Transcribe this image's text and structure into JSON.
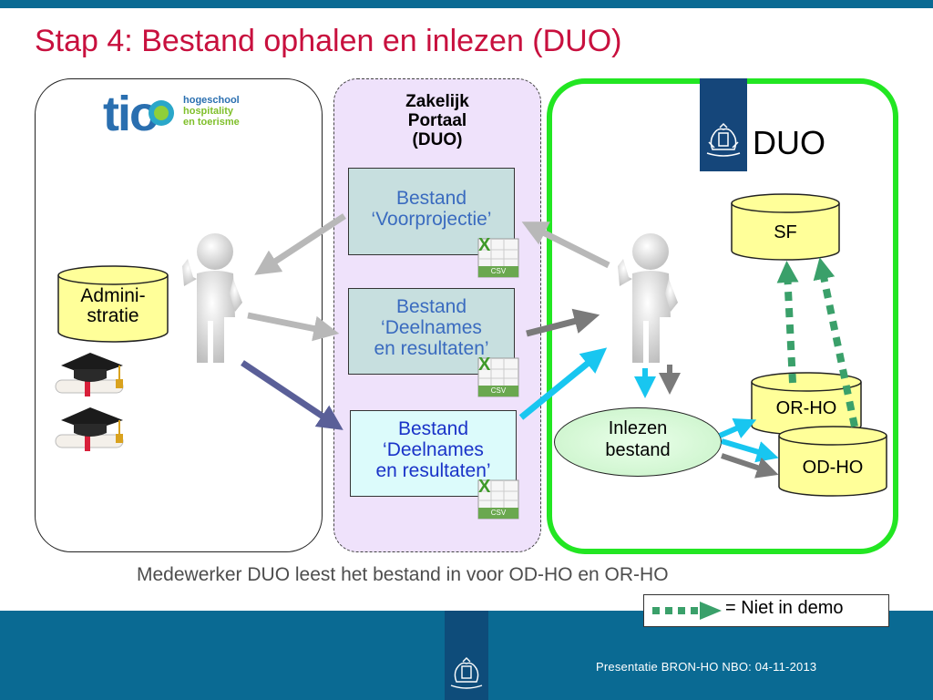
{
  "slide": {
    "title": "Stap 4: Bestand ophalen en inlezen (DUO)",
    "caption": "Medewerker DUO leest het bestand in voor OD-HO en OR-HO",
    "footer": "Presentatie BRON-HO NBO: 04-11-2013"
  },
  "left_panel": {
    "logo_text": "tio",
    "logo_sub_1": "hogeschool",
    "logo_sub_2": "hospitality",
    "logo_sub_3": "en toerisme",
    "cylinder_line1": "Admini-",
    "cylinder_line2": "stratie"
  },
  "middle_panel": {
    "title_line1": "Zakelijk",
    "title_line2": "Portaal",
    "title_line3": "(DUO)",
    "files": [
      {
        "line1": "Bestand",
        "line2": "‘Voorprojectie’",
        "line3": ""
      },
      {
        "line1": "Bestand",
        "line2": "‘Deelnames",
        "line3": "en resultaten’"
      },
      {
        "line1": "Bestand",
        "line2": "‘Deelnames",
        "line3": "en resultaten’"
      }
    ],
    "csv_label": "CSV",
    "excel_letter": "X"
  },
  "right_panel": {
    "org_name": "DUO",
    "cylinders": [
      "SF",
      "OR-HO",
      "OD-HO"
    ],
    "process_line1": "Inlezen",
    "process_line2": "bestand"
  },
  "legend": {
    "label": "= Niet in demo"
  },
  "colors": {
    "title": "#c8103e",
    "bar": "#0a6a93",
    "right_border": "#22e622",
    "arrow_gray": "#b8b8b8",
    "arrow_dark_gray": "#7a7a7a",
    "arrow_navy": "#5a5f98",
    "arrow_cyan": "#18c6f0",
    "arrow_green_dotted": "#3aa06a",
    "cylinder_fill": "#ffff99"
  }
}
